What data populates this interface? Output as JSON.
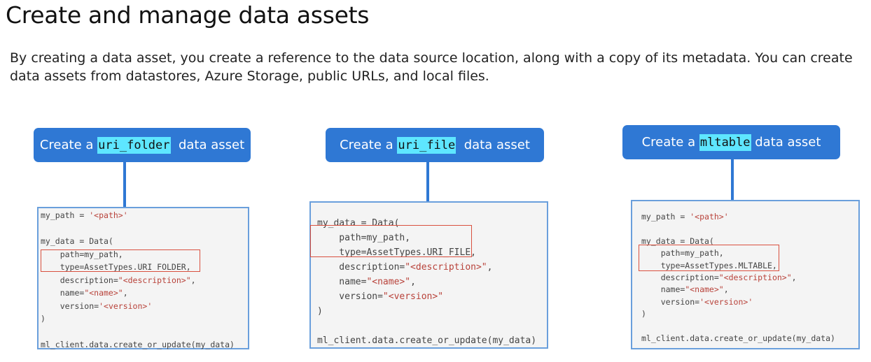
{
  "title": "Create and manage data assets",
  "intro": "By creating a data asset, you create a reference to the data source location, along with a copy of its metadata. You can create data assets from datastores, Azure Storage, public URLs, and local files.",
  "colors": {
    "header_bg": "#2f78d4",
    "highlight": "#5ee6ff",
    "string": "#b8423a",
    "red_box": "#d9503f"
  },
  "cards": [
    {
      "prefix": "Create a ",
      "type": "uri_folder",
      "suffix": "  data asset",
      "lines": [
        [
          {
            "t": "my_path = "
          },
          {
            "t": "'<path>'",
            "c": "str"
          }
        ],
        [],
        [
          {
            "t": "my_data = Data("
          }
        ],
        [
          {
            "t": "    path=my_path,"
          }
        ],
        [
          {
            "t": "    type=AssetTypes.URI_FOLDER,"
          }
        ],
        [
          {
            "t": "    description="
          },
          {
            "t": "\"<description>\"",
            "c": "str"
          },
          {
            "t": ","
          }
        ],
        [
          {
            "t": "    name="
          },
          {
            "t": "\"<name>\"",
            "c": "str"
          },
          {
            "t": ","
          }
        ],
        [
          {
            "t": "    version="
          },
          {
            "t": "'<version>'",
            "c": "str"
          }
        ],
        [
          {
            "t": ")"
          }
        ],
        [],
        [
          {
            "t": "ml_client.data.create_or_update(my_data)"
          }
        ]
      ]
    },
    {
      "prefix": "Create a ",
      "type": "uri_file",
      "suffix": "  data asset",
      "lines": [
        [
          {
            "t": "my_data = Data("
          }
        ],
        [
          {
            "t": "    path=my_path,"
          }
        ],
        [
          {
            "t": "    type=AssetTypes.URI_FILE,"
          }
        ],
        [
          {
            "t": "    description="
          },
          {
            "t": "\"<description>\"",
            "c": "str"
          },
          {
            "t": ","
          }
        ],
        [
          {
            "t": "    name="
          },
          {
            "t": "\"<name>\"",
            "c": "str"
          },
          {
            "t": ","
          }
        ],
        [
          {
            "t": "    version="
          },
          {
            "t": "\"<version>\"",
            "c": "str"
          }
        ],
        [
          {
            "t": ")"
          }
        ],
        [],
        [
          {
            "t": "ml_client.data.create_or_update(my_data)"
          }
        ]
      ]
    },
    {
      "prefix": "Create a ",
      "type": "mltable",
      "suffix": " data asset",
      "lines": [
        [
          {
            "t": "my_path = "
          },
          {
            "t": "'<path>'",
            "c": "str"
          }
        ],
        [],
        [
          {
            "t": "my_data = Data("
          }
        ],
        [
          {
            "t": "    path=my_path,"
          }
        ],
        [
          {
            "t": "    type=AssetTypes.MLTABLE,"
          }
        ],
        [
          {
            "t": "    description="
          },
          {
            "t": "\"<description>\"",
            "c": "str"
          },
          {
            "t": ","
          }
        ],
        [
          {
            "t": "    name="
          },
          {
            "t": "\"<name>\"",
            "c": "str"
          },
          {
            "t": ","
          }
        ],
        [
          {
            "t": "    version="
          },
          {
            "t": "'<version>'",
            "c": "str"
          }
        ],
        [
          {
            "t": ")"
          }
        ],
        [],
        [
          {
            "t": "ml_client.data.create_or_update(my_data)"
          }
        ]
      ]
    }
  ]
}
